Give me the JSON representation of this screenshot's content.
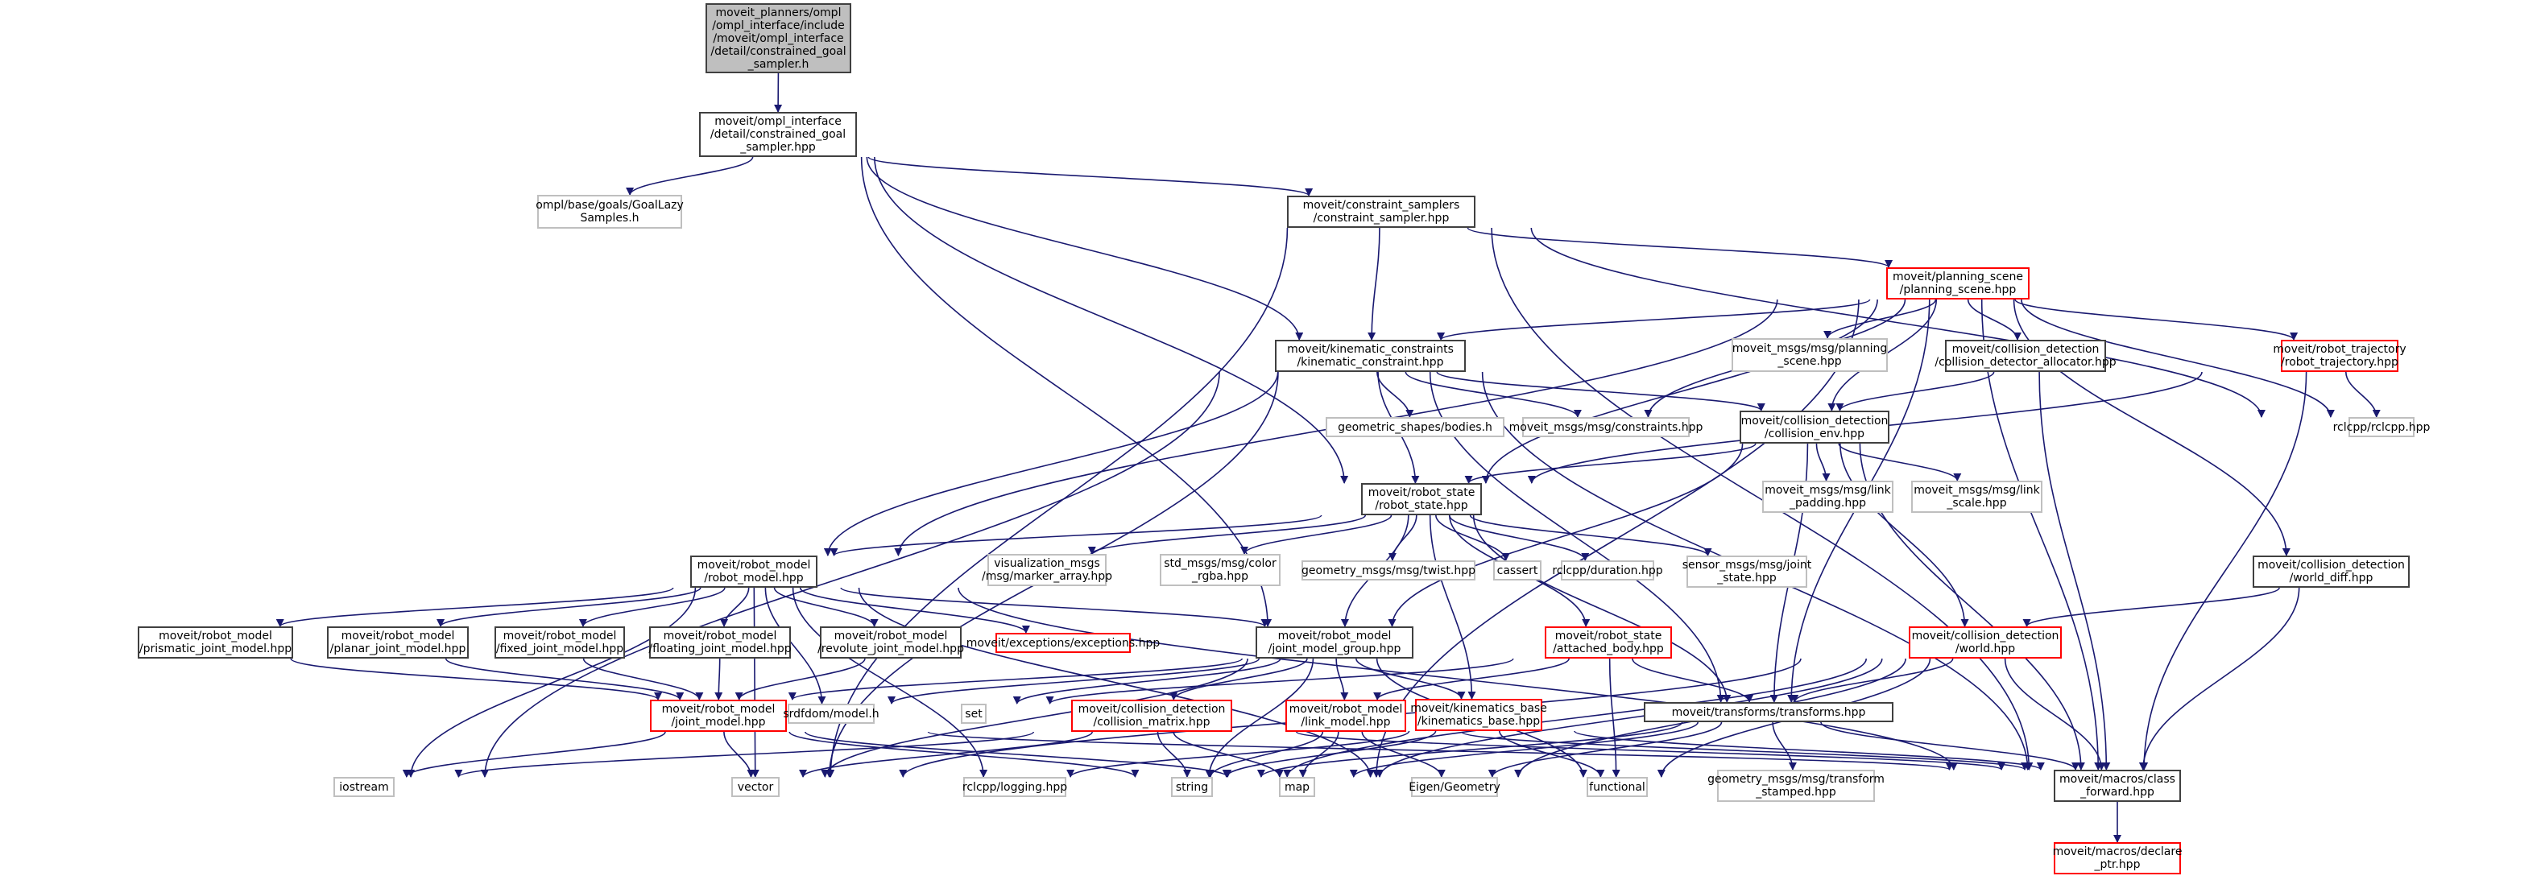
{
  "title": "constrained_goal_sampler.h include dependency graph",
  "colors": {
    "edge": "#191970",
    "documented_border": "#404040",
    "external_border": "#bfbfbf",
    "undocumented_border": "#ff0000",
    "root_fill": "#bfbfbf"
  },
  "nodes": [
    {
      "id": "root",
      "label": "moveit_planners/ompl\n/ompl_interface/include\n/moveit/ompl_interface\n/detail/constrained_goal\n_sampler.h",
      "kind": "root"
    },
    {
      "id": "cgs",
      "label": "moveit/ompl_interface\n/detail/constrained_goal\n_sampler.hpp",
      "kind": "main"
    },
    {
      "id": "goallazy",
      "label": "ompl/base/goals/GoalLazy\nSamples.h",
      "kind": "ext"
    },
    {
      "id": "cs",
      "label": "moveit/constraint_samplers\n/constraint_sampler.hpp",
      "kind": "main"
    },
    {
      "id": "ps",
      "label": "moveit/planning_scene\n/planning_scene.hpp",
      "kind": "red"
    },
    {
      "id": "kc",
      "label": "moveit/kinematic_constraints\n/kinematic_constraint.hpp",
      "kind": "main"
    },
    {
      "id": "mpsc",
      "label": "moveit_msgs/msg/planning\n_scene.hpp",
      "kind": "ext"
    },
    {
      "id": "cda",
      "label": "moveit/collision_detection\n/collision_detector_allocator.hpp",
      "kind": "main"
    },
    {
      "id": "rt",
      "label": "moveit/robot_trajectory\n/robot_trajectory.hpp",
      "kind": "red"
    },
    {
      "id": "rclcpp",
      "label": "rclcpp/rclcpp.hpp",
      "kind": "ext"
    },
    {
      "id": "bodies",
      "label": "geometric_shapes/bodies.h",
      "kind": "ext"
    },
    {
      "id": "mconstr",
      "label": "moveit_msgs/msg/constraints.hpp",
      "kind": "ext"
    },
    {
      "id": "ce",
      "label": "moveit/collision_detection\n/collision_env.hpp",
      "kind": "main"
    },
    {
      "id": "lpad",
      "label": "moveit_msgs/msg/link\n_padding.hpp",
      "kind": "ext"
    },
    {
      "id": "lscale",
      "label": "moveit_msgs/msg/link\n_scale.hpp",
      "kind": "ext"
    },
    {
      "id": "rs",
      "label": "moveit/robot_state\n/robot_state.hpp",
      "kind": "main"
    },
    {
      "id": "marker",
      "label": "visualization_msgs\n/msg/marker_array.hpp",
      "kind": "ext"
    },
    {
      "id": "rgba",
      "label": "std_msgs/msg/color\n_rgba.hpp",
      "kind": "ext"
    },
    {
      "id": "twist",
      "label": "geometry_msgs/msg/twist.hpp",
      "kind": "ext"
    },
    {
      "id": "cassert",
      "label": "cassert",
      "kind": "ext"
    },
    {
      "id": "duration",
      "label": "rclcpp/duration.hpp",
      "kind": "ext"
    },
    {
      "id": "jstate",
      "label": "sensor_msgs/msg/joint\n_state.hpp",
      "kind": "ext"
    },
    {
      "id": "wdiff",
      "label": "moveit/collision_detection\n/world_diff.hpp",
      "kind": "main"
    },
    {
      "id": "rm",
      "label": "moveit/robot_model\n/robot_model.hpp",
      "kind": "main"
    },
    {
      "id": "prism",
      "label": "moveit/robot_model\n/prismatic_joint_model.hpp",
      "kind": "main"
    },
    {
      "id": "planar",
      "label": "moveit/robot_model\n/planar_joint_model.hpp",
      "kind": "main"
    },
    {
      "id": "fixed",
      "label": "moveit/robot_model\n/fixed_joint_model.hpp",
      "kind": "main"
    },
    {
      "id": "floating",
      "label": "moveit/robot_model\n/floating_joint_model.hpp",
      "kind": "main"
    },
    {
      "id": "revolute",
      "label": "moveit/robot_model\n/revolute_joint_model.hpp",
      "kind": "main"
    },
    {
      "id": "exc",
      "label": "moveit/exceptions/exceptions.hpp",
      "kind": "red"
    },
    {
      "id": "jmg",
      "label": "moveit/robot_model\n/joint_model_group.hpp",
      "kind": "main"
    },
    {
      "id": "ab",
      "label": "moveit/robot_state\n/attached_body.hpp",
      "kind": "red"
    },
    {
      "id": "world",
      "label": "moveit/collision_detection\n/world.hpp",
      "kind": "red"
    },
    {
      "id": "jm",
      "label": "moveit/robot_model\n/joint_model.hpp",
      "kind": "red"
    },
    {
      "id": "srdf",
      "label": "srdfdom/model.h",
      "kind": "ext"
    },
    {
      "id": "set",
      "label": "set",
      "kind": "ext"
    },
    {
      "id": "cm",
      "label": "moveit/collision_detection\n/collision_matrix.hpp",
      "kind": "red"
    },
    {
      "id": "lm",
      "label": "moveit/robot_model\n/link_model.hpp",
      "kind": "red"
    },
    {
      "id": "kb",
      "label": "moveit/kinematics_base\n/kinematics_base.hpp",
      "kind": "red"
    },
    {
      "id": "tf",
      "label": "moveit/transforms/transforms.hpp",
      "kind": "main"
    },
    {
      "id": "iostream",
      "label": "iostream",
      "kind": "ext"
    },
    {
      "id": "vector",
      "label": "vector",
      "kind": "ext"
    },
    {
      "id": "logging",
      "label": "rclcpp/logging.hpp",
      "kind": "ext"
    },
    {
      "id": "string",
      "label": "string",
      "kind": "ext"
    },
    {
      "id": "map",
      "label": "map",
      "kind": "ext"
    },
    {
      "id": "eigen",
      "label": "Eigen/Geometry",
      "kind": "ext"
    },
    {
      "id": "functional",
      "label": "functional",
      "kind": "ext"
    },
    {
      "id": "tfstamped",
      "label": "geometry_msgs/msg/transform\n_stamped.hpp",
      "kind": "ext"
    },
    {
      "id": "cf",
      "label": "moveit/macros/class\n_forward.hpp",
      "kind": "main"
    },
    {
      "id": "dptr",
      "label": "moveit/macros/declare\n_ptr.hpp",
      "kind": "red"
    }
  ],
  "edges": [
    [
      "root",
      "cgs"
    ],
    [
      "cgs",
      "goallazy"
    ],
    [
      "cgs",
      "cs"
    ],
    [
      "cgs",
      "kc"
    ],
    [
      "cgs",
      "rs"
    ],
    [
      "cgs",
      "jmg"
    ],
    [
      "cs",
      "kc"
    ],
    [
      "cs",
      "ps"
    ],
    [
      "cs",
      "vector"
    ],
    [
      "cs",
      "rclcpp"
    ],
    [
      "cs",
      "cf"
    ],
    [
      "ps",
      "kc"
    ],
    [
      "ps",
      "mpsc"
    ],
    [
      "ps",
      "cda"
    ],
    [
      "ps",
      "rt"
    ],
    [
      "ps",
      "rclcpp"
    ],
    [
      "ps",
      "ce"
    ],
    [
      "ps",
      "rs"
    ],
    [
      "ps",
      "rm"
    ],
    [
      "ps",
      "wdiff"
    ],
    [
      "ps",
      "cf"
    ],
    [
      "ps",
      "tf"
    ],
    [
      "ps",
      "mconstr"
    ],
    [
      "ps",
      "map"
    ],
    [
      "kc",
      "bodies"
    ],
    [
      "kc",
      "mconstr"
    ],
    [
      "kc",
      "ce"
    ],
    [
      "kc",
      "rs"
    ],
    [
      "kc",
      "rm"
    ],
    [
      "kc",
      "iostream"
    ],
    [
      "kc",
      "vector"
    ],
    [
      "kc",
      "cf"
    ],
    [
      "kc",
      "tf"
    ],
    [
      "cda",
      "ce"
    ],
    [
      "cda",
      "cf"
    ],
    [
      "rt",
      "rclcpp"
    ],
    [
      "rt",
      "rs"
    ],
    [
      "rt",
      "cf"
    ],
    [
      "ce",
      "lpad"
    ],
    [
      "ce",
      "lscale"
    ],
    [
      "ce",
      "world"
    ],
    [
      "ce",
      "rs"
    ],
    [
      "ce",
      "cf"
    ],
    [
      "ce",
      "jmg"
    ],
    [
      "ce",
      "tf"
    ],
    [
      "rs",
      "marker"
    ],
    [
      "rs",
      "rgba"
    ],
    [
      "rs",
      "twist"
    ],
    [
      "rs",
      "cassert"
    ],
    [
      "rs",
      "duration"
    ],
    [
      "rs",
      "jstate"
    ],
    [
      "rs",
      "rm"
    ],
    [
      "rs",
      "ab"
    ],
    [
      "rs",
      "jmg"
    ],
    [
      "rs",
      "tf"
    ],
    [
      "rs",
      "kb"
    ],
    [
      "wdiff",
      "world"
    ],
    [
      "wdiff",
      "cf"
    ],
    [
      "rm",
      "prism"
    ],
    [
      "rm",
      "planar"
    ],
    [
      "rm",
      "fixed"
    ],
    [
      "rm",
      "floating"
    ],
    [
      "rm",
      "revolute"
    ],
    [
      "rm",
      "exc"
    ],
    [
      "rm",
      "jmg"
    ],
    [
      "rm",
      "iostream"
    ],
    [
      "rm",
      "vector"
    ],
    [
      "rm",
      "logging"
    ],
    [
      "rm",
      "cf"
    ],
    [
      "rm",
      "eigen"
    ],
    [
      "rm",
      "srdf"
    ],
    [
      "prism",
      "jm"
    ],
    [
      "planar",
      "jm"
    ],
    [
      "fixed",
      "jm"
    ],
    [
      "floating",
      "jm"
    ],
    [
      "revolute",
      "jm"
    ],
    [
      "jmg",
      "jm"
    ],
    [
      "jmg",
      "lm"
    ],
    [
      "jmg",
      "kb"
    ],
    [
      "jmg",
      "srdf"
    ],
    [
      "jmg",
      "set"
    ],
    [
      "jmg",
      "cm"
    ],
    [
      "jmg",
      "functional"
    ],
    [
      "jmg",
      "vector"
    ],
    [
      "jmg",
      "string"
    ],
    [
      "ab",
      "lm"
    ],
    [
      "ab",
      "tf"
    ],
    [
      "ab",
      "functional"
    ],
    [
      "ab",
      "set"
    ],
    [
      "world",
      "tf"
    ],
    [
      "world",
      "cf"
    ],
    [
      "world",
      "eigen"
    ],
    [
      "world",
      "map"
    ],
    [
      "world",
      "string"
    ],
    [
      "world",
      "vector"
    ],
    [
      "world",
      "functional"
    ],
    [
      "jm",
      "iostream"
    ],
    [
      "jm",
      "vector"
    ],
    [
      "jm",
      "string"
    ],
    [
      "jm",
      "map"
    ],
    [
      "jm",
      "cf"
    ],
    [
      "cm",
      "string"
    ],
    [
      "cm",
      "map"
    ],
    [
      "cm",
      "vector"
    ],
    [
      "cm",
      "iostream"
    ],
    [
      "cm",
      "cf"
    ],
    [
      "lm",
      "string"
    ],
    [
      "lm",
      "map"
    ],
    [
      "lm",
      "eigen"
    ],
    [
      "lm",
      "cf"
    ],
    [
      "kb",
      "string"
    ],
    [
      "kb",
      "functional"
    ],
    [
      "kb",
      "cf"
    ],
    [
      "kb",
      "logging"
    ],
    [
      "tf",
      "tfstamped"
    ],
    [
      "tf",
      "cf"
    ],
    [
      "tf",
      "eigen"
    ],
    [
      "tf",
      "map"
    ],
    [
      "tf",
      "string"
    ],
    [
      "cf",
      "dptr"
    ]
  ]
}
